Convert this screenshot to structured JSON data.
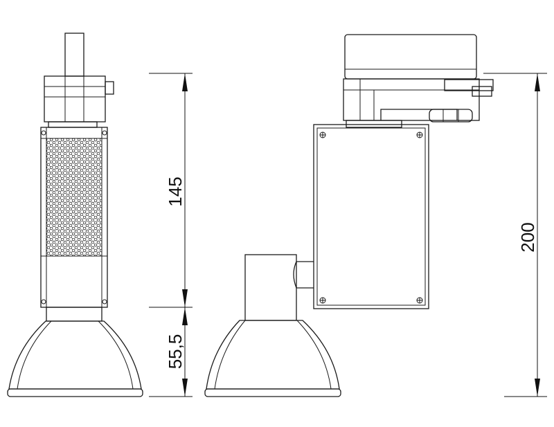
{
  "dimensions": {
    "height_145": "145",
    "height_55_5": "55,5",
    "height_200": "200"
  },
  "colors": {
    "line": "#1a1a1a",
    "background": "#ffffff"
  }
}
